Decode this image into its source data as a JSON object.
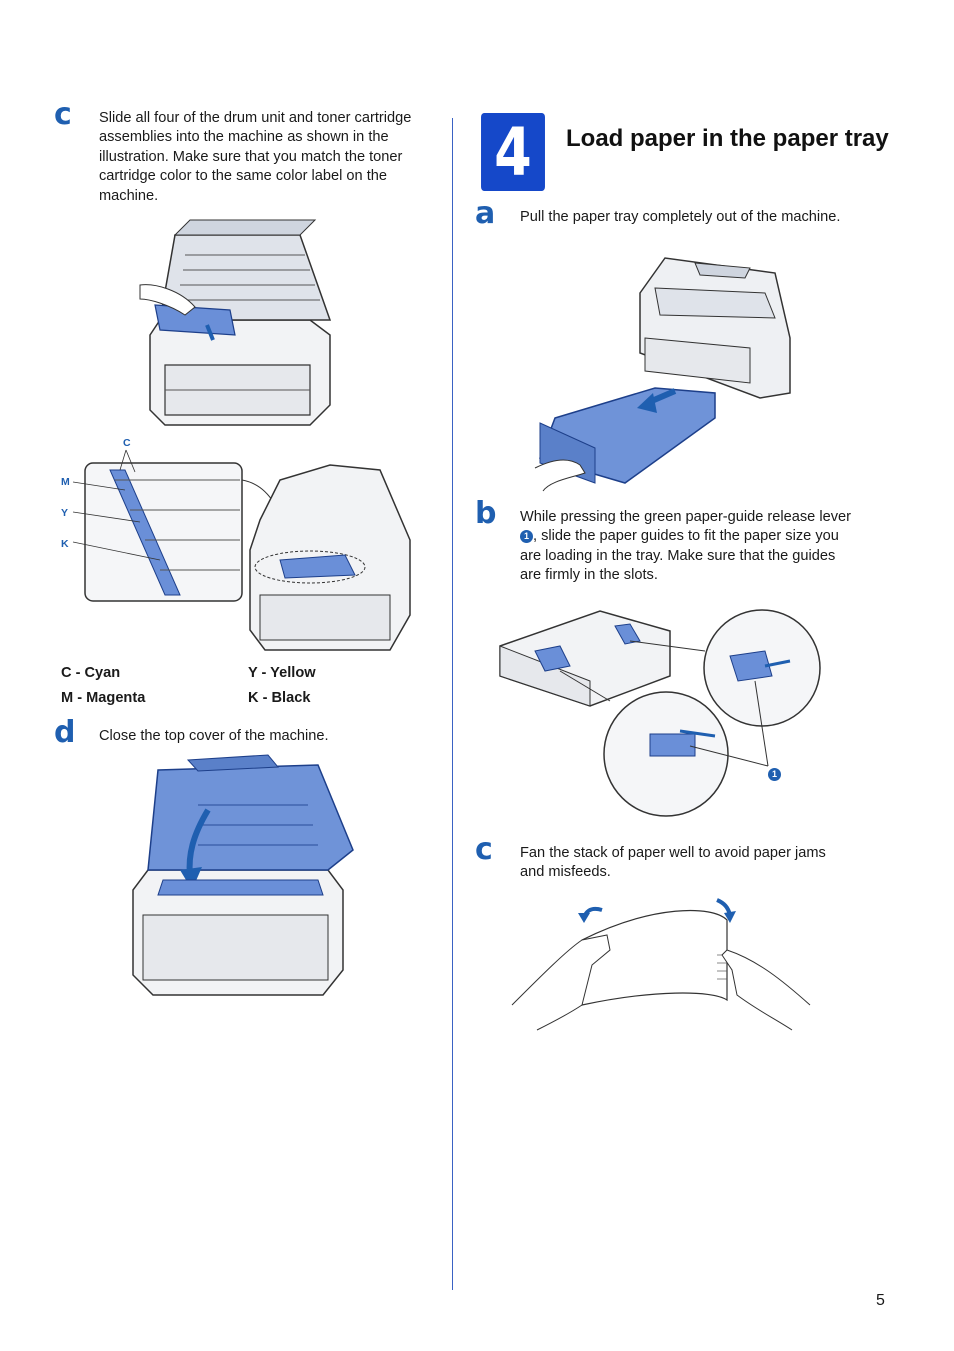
{
  "left": {
    "step_c": {
      "letter": "c",
      "text": "Slide all four of the drum unit and toner cartridge assemblies into the machine as shown in the illustration. Make sure that you match the toner cartridge color to the same color label on the machine."
    },
    "callouts": [
      "C",
      "M",
      "Y",
      "K"
    ],
    "legend": {
      "cyan": "C - Cyan",
      "yellow": "Y - Yellow",
      "magenta": "M - Magenta",
      "black": "K - Black"
    },
    "step_d": {
      "letter": "d",
      "text": "Close the top cover of the machine."
    }
  },
  "right": {
    "step_number": "4",
    "title": "Load paper in the paper tray",
    "step_a": {
      "letter": "a",
      "text": "Pull the paper tray completely out of the machine."
    },
    "step_b": {
      "letter": "b",
      "text_before": "While pressing the green paper-guide release lever ",
      "badge": "1",
      "text_after": ", slide the paper guides to fit the paper size you are loading in the tray. Make sure that the guides are firmly in the slots."
    },
    "callout_b": "1",
    "step_c": {
      "letter": "c",
      "text": "Fan the stack of paper well to avoid paper jams and misfeeds."
    }
  },
  "page_number": "5",
  "colors": {
    "accent": "#1f5fb0",
    "step_box": "#1548c9",
    "divider": "#3a62c4"
  }
}
